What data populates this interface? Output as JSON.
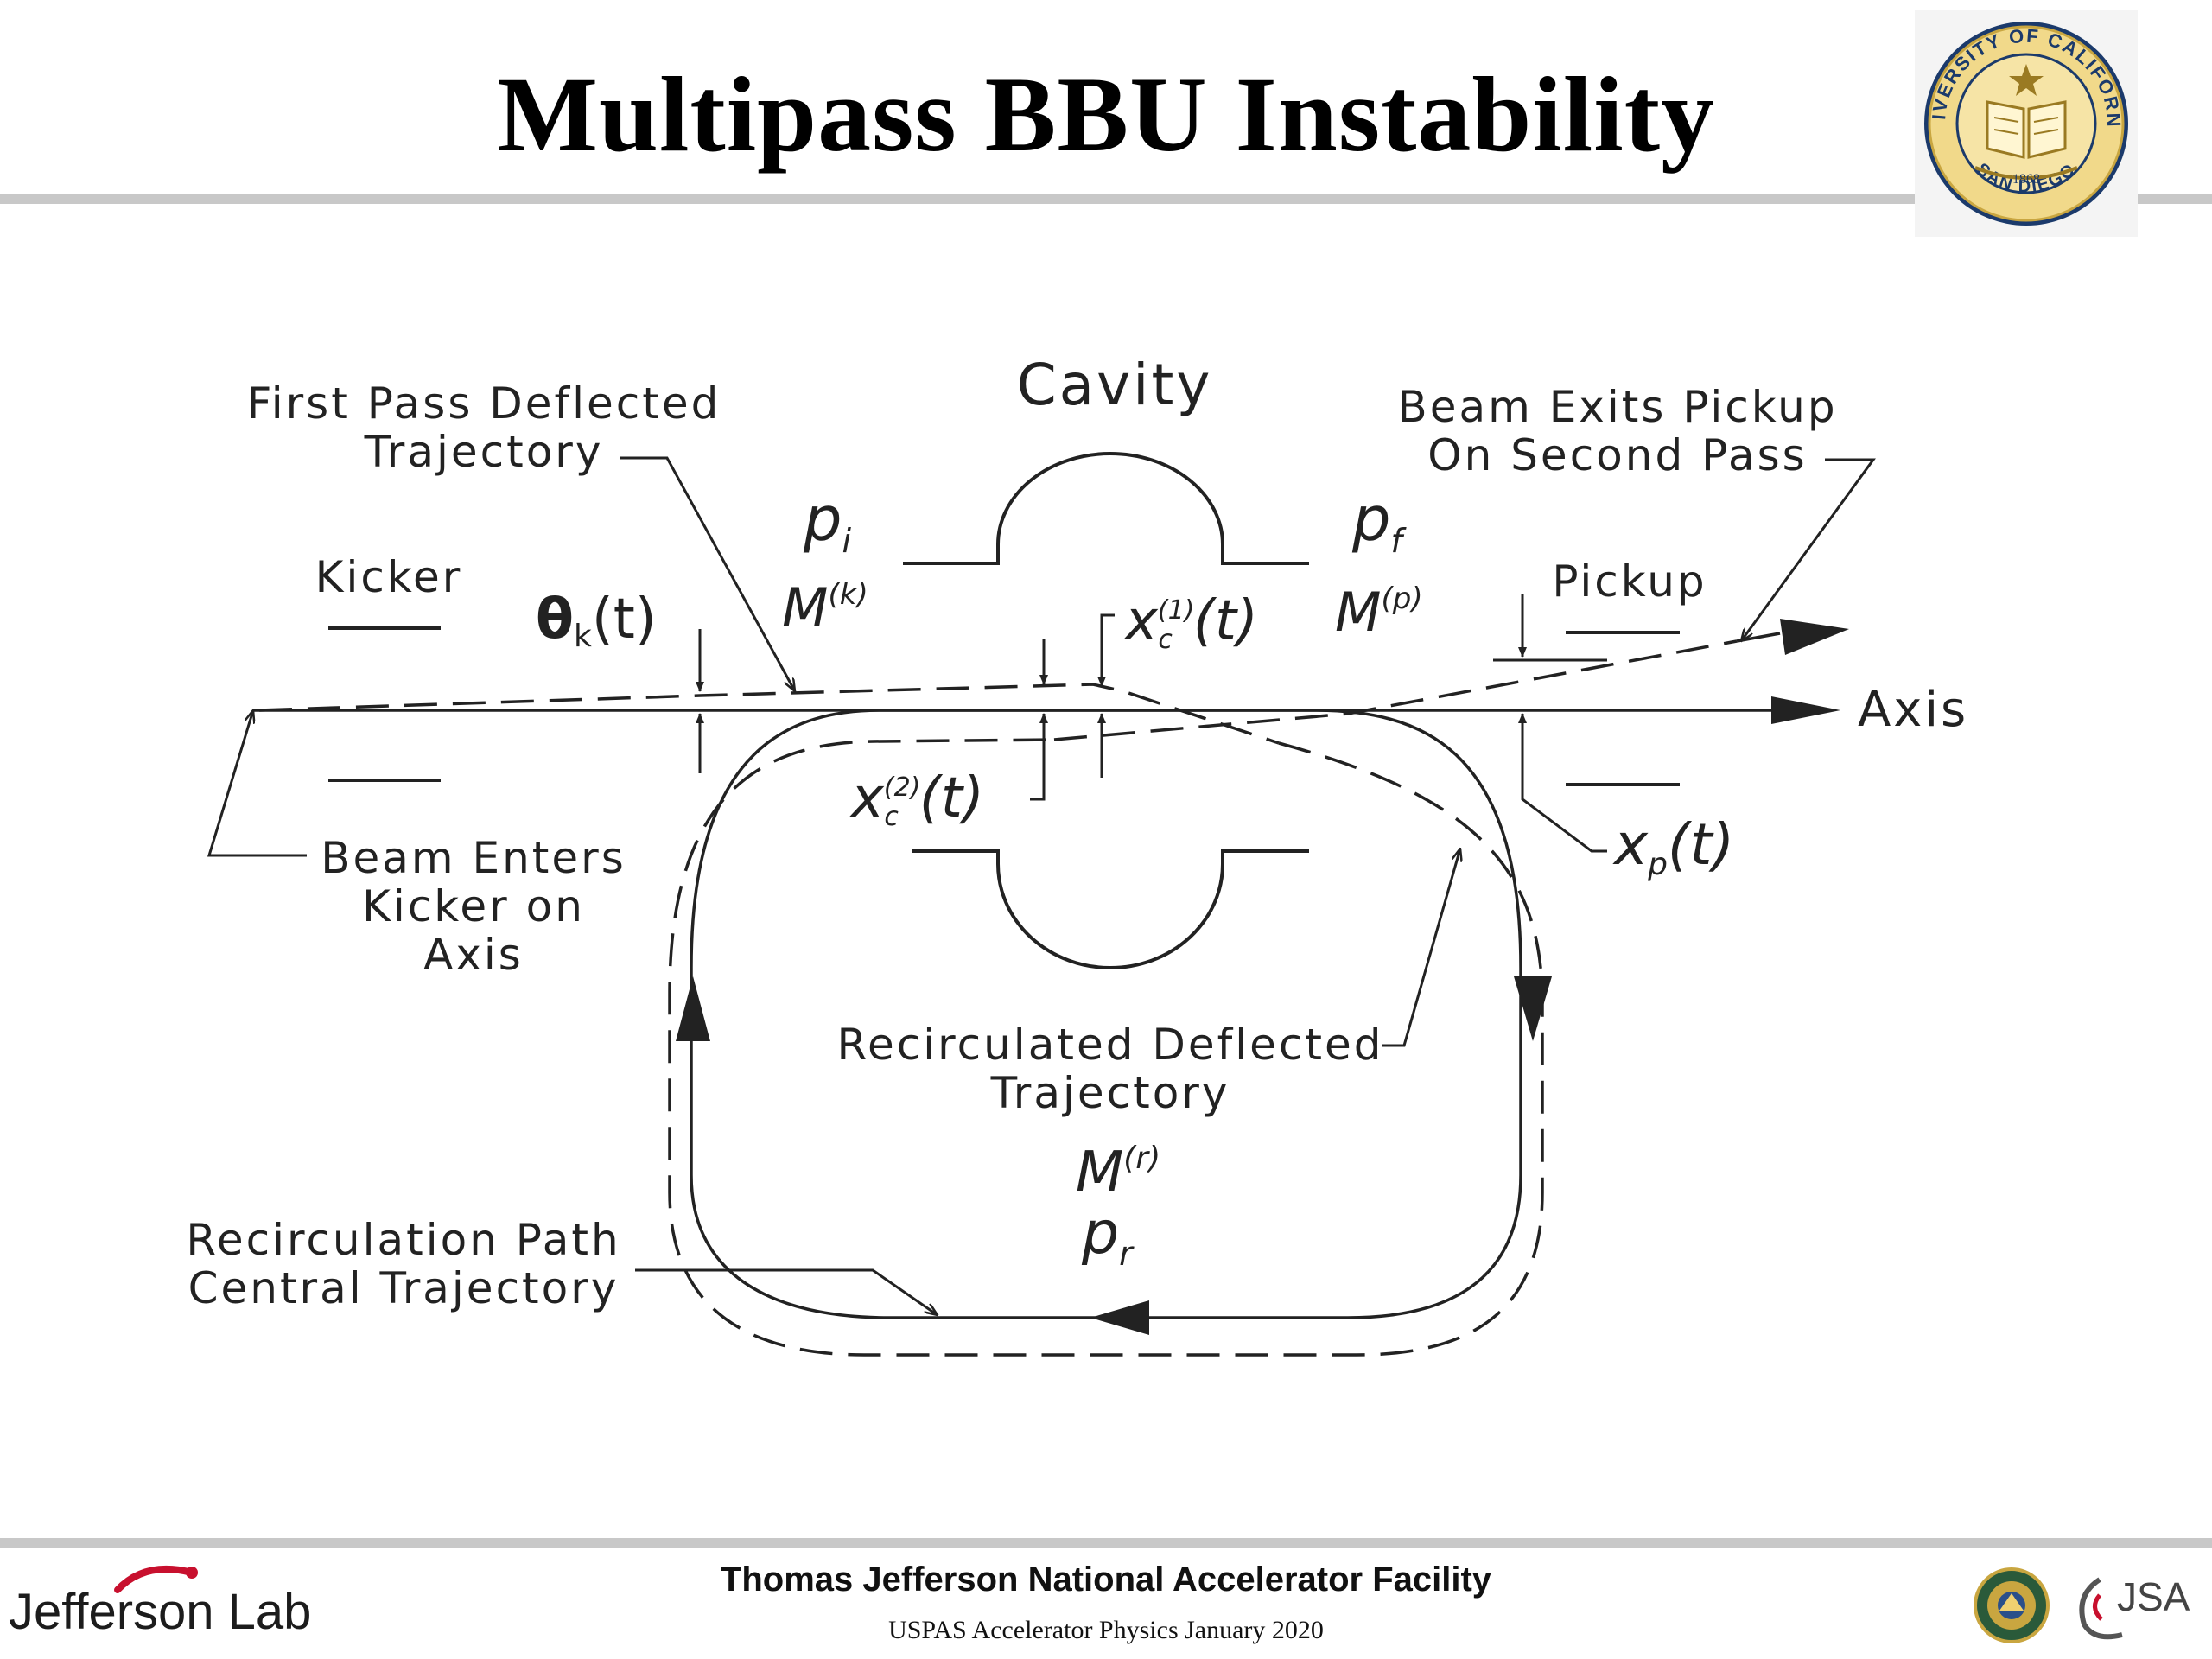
{
  "slide": {
    "title": "Multipass BBU Instability"
  },
  "diagram": {
    "labels": {
      "cavity": "Cavity",
      "first_pass_line1": "First Pass Deflected",
      "first_pass_line2": "Trajectory",
      "beam_exits_line1": "Beam Exits Pickup",
      "beam_exits_line2": "On Second Pass",
      "kicker": "Kicker",
      "pickup": "Pickup",
      "axis": "Axis",
      "beam_enters_line1": "Beam Enters",
      "beam_enters_line2": "Kicker on",
      "beam_enters_line3": "Axis",
      "recirc_deflected_line1": "Recirculated Deflected",
      "recirc_deflected_line2": "Trajectory",
      "recirc_path_line1": "Recirculation Path",
      "recirc_path_line2": "Central Trajectory"
    },
    "symbols": {
      "p_i": "p",
      "p_i_sub": "i",
      "m_k": "M",
      "m_k_sup": "(k)",
      "p_f": "p",
      "p_f_sub": "f",
      "m_p": "M",
      "m_p_sup": "(p)",
      "theta_k": "θ",
      "theta_k_sub": "k",
      "theta_k_arg": "(t)",
      "xc1": "x",
      "xc1_sub": "c",
      "xc1_sup": "(1)",
      "xc1_arg": "(t)",
      "xc2": "x",
      "xc2_sub": "c",
      "xc2_sup": "(2)",
      "xc2_arg": "(t)",
      "xp": "x",
      "xp_sub": "p",
      "xp_arg": "(t)",
      "m_r": "M",
      "m_r_sup": "(r)",
      "p_r": "p",
      "p_r_sub": "r"
    }
  },
  "footer": {
    "org_name": "Thomas Jefferson National Accelerator Facility",
    "course": "USPAS Accelerator Physics January 2020",
    "lab_logo_text": "Jefferson Lab",
    "seal_text_top": "UNIVERSITY OF CALIFORNIA",
    "seal_text_bottom": "SAN DIEGO",
    "seal_year": "1868",
    "jsa_logo_text": "JSA"
  },
  "colors": {
    "rule": "#c8c8c8",
    "line": "#222222",
    "seal_gold": "#c9a640",
    "seal_blue": "#1b3a6b",
    "jlab_red": "#c8102e"
  }
}
